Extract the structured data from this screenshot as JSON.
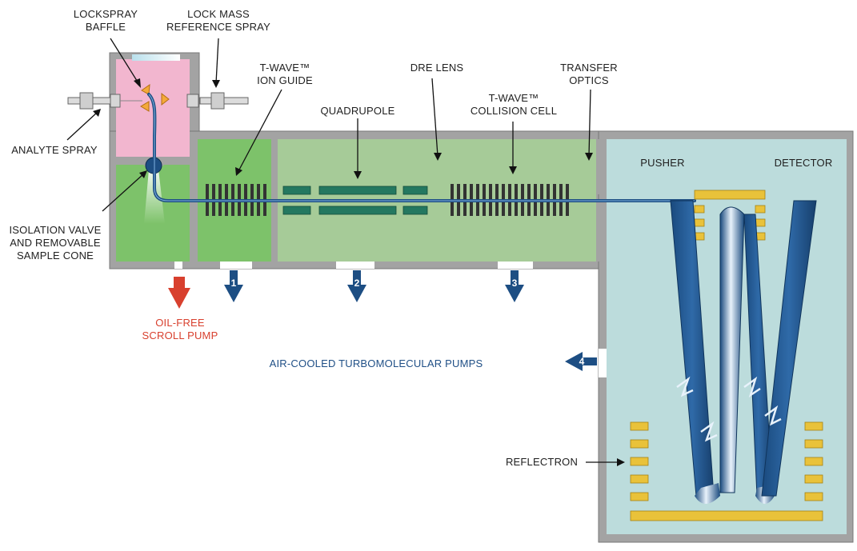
{
  "labels": {
    "lockspray_baffle": [
      "LOCKSPRAY",
      "BAFFLE"
    ],
    "lock_mass": [
      "LOCK MASS",
      "REFERENCE SPRAY"
    ],
    "twave_ion_guide": [
      "T-WAVE™",
      "ION GUIDE"
    ],
    "dre_lens": "DRE LENS",
    "transfer_optics": [
      "TRANSFER",
      "OPTICS"
    ],
    "quadrupole": "QUADRUPOLE",
    "tw_collision": [
      "T-WAVE™",
      "COLLISION CELL"
    ],
    "analyte_spray": "ANALYTE SPRAY",
    "isolation": [
      "ISOLATION VALVE",
      "AND REMOVABLE",
      "SAMPLE CONE"
    ],
    "pusher": "PUSHER",
    "detector": "DETECTOR",
    "oil_free": [
      "OIL-FREE",
      "SCROLL PUMP"
    ],
    "turbo": "AIR-COOLED TURBOMOLECULAR PUMPS",
    "reflectron": "REFLECTRON"
  },
  "pumps": [
    "1",
    "2",
    "3",
    "4"
  ],
  "colors": {
    "source": "#f2b6cf",
    "stage1": "#7dc26a",
    "stage2": "#a6cb98",
    "tof": "#bcdcdc",
    "wall": "#a0a0a0",
    "beam": "#1d4e83",
    "plate": "#e9c23a",
    "quad": "#247860",
    "red_arrow": "#d8402e"
  }
}
